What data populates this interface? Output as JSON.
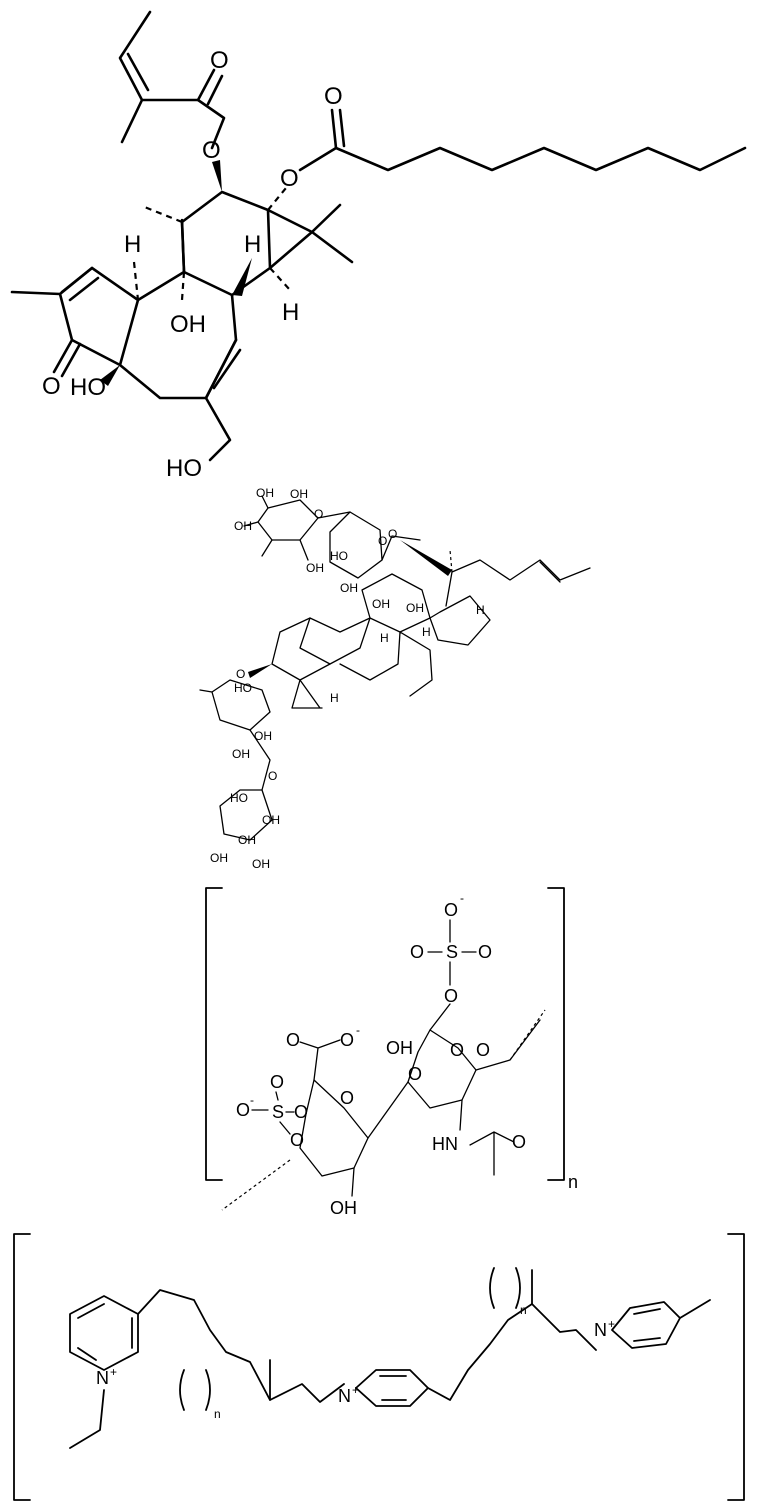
{
  "structures": [
    {
      "id": "phorbol-ester",
      "labels": {
        "oh1": "OH",
        "oh2": "HO",
        "oh3": "HO",
        "h1": "H",
        "h2": "H",
        "h3": "H",
        "o_ketone": "O",
        "o1": "O",
        "o2": "O",
        "o3": "O",
        "o4": "O"
      }
    },
    {
      "id": "ginsenoside",
      "labels": {
        "oh": "OH",
        "ho": "HO",
        "h": "H",
        "o": "O"
      }
    },
    {
      "id": "chondroitin-sulfate",
      "labels": {
        "o": "O",
        "s": "S",
        "oh": "OH",
        "hn": "HN",
        "minus": "-",
        "n": "n"
      }
    },
    {
      "id": "polypyridinium",
      "labels": {
        "n": "N",
        "plus": "+",
        "sub_n": "n"
      }
    }
  ]
}
